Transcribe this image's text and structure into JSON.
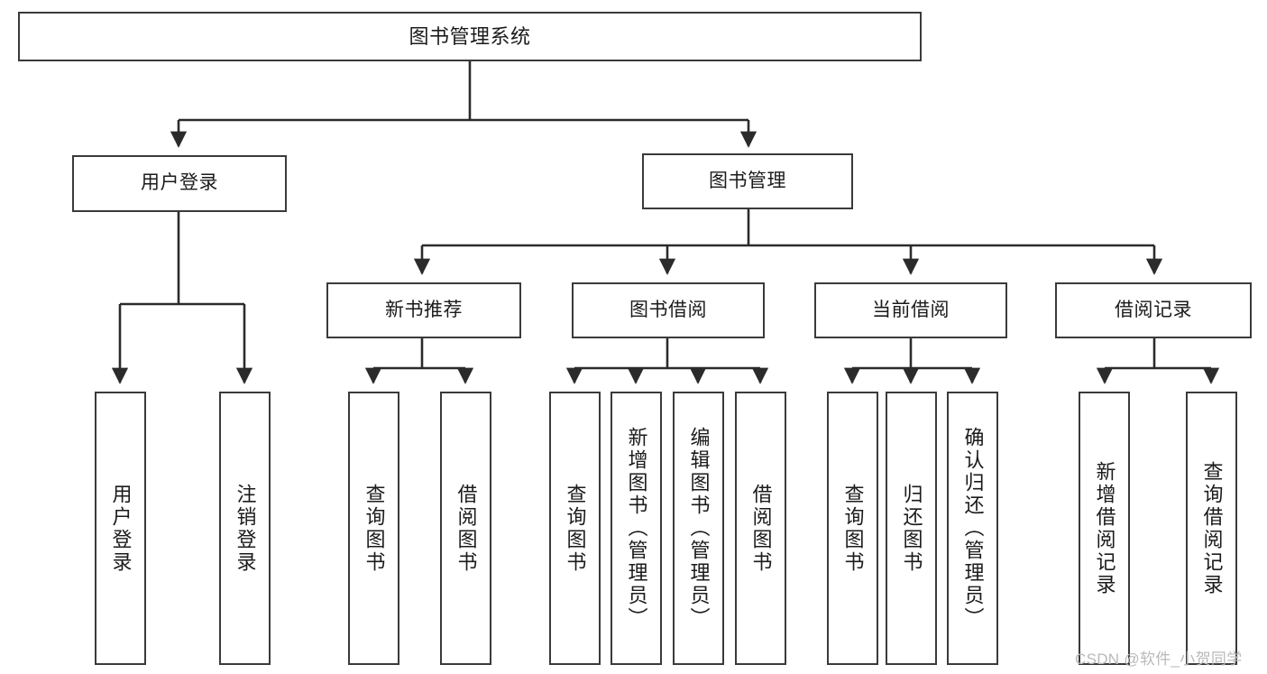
{
  "diagram": {
    "type": "tree-hierarchy-chart",
    "title": "图书管理系统",
    "colors": {
      "background": "#ffffff",
      "node_border": "#3a3a3a",
      "node_fill": "#ffffff",
      "connector": "#2b2b2b",
      "watermark": "#b9b9b9"
    },
    "nodes": {
      "root": {
        "label": "图书管理系统",
        "level": 0,
        "orientation": "horizontal"
      },
      "level1": [
        {
          "id": "user-login",
          "label": "用户登录",
          "orientation": "horizontal"
        },
        {
          "id": "book-management",
          "label": "图书管理",
          "orientation": "horizontal"
        }
      ],
      "level2": [
        {
          "id": "new-book-recommend",
          "label": "新书推荐",
          "orientation": "horizontal",
          "parent": "book-management"
        },
        {
          "id": "book-borrow",
          "label": "图书借阅",
          "orientation": "horizontal",
          "parent": "book-management"
        },
        {
          "id": "current-borrow",
          "label": "当前借阅",
          "orientation": "horizontal",
          "parent": "book-management"
        },
        {
          "id": "borrow-record",
          "label": "借阅记录",
          "orientation": "horizontal",
          "parent": "book-management"
        }
      ],
      "leaves": [
        {
          "id": "leaf-user-login",
          "label": "用户登录",
          "parent": "user-login"
        },
        {
          "id": "leaf-user-logout",
          "label": "注销登录",
          "parent": "user-login"
        },
        {
          "id": "leaf-query-book-1",
          "label": "查询图书",
          "parent": "new-book-recommend"
        },
        {
          "id": "leaf-borrow-book-1",
          "label": "借阅图书",
          "parent": "new-book-recommend"
        },
        {
          "id": "leaf-query-book-2",
          "label": "查询图书",
          "parent": "book-borrow"
        },
        {
          "id": "leaf-add-book",
          "label": "新增图书（管理员）",
          "parent": "book-borrow"
        },
        {
          "id": "leaf-edit-book",
          "label": "编辑图书（管理员）",
          "parent": "book-borrow"
        },
        {
          "id": "leaf-borrow-book-2",
          "label": "借阅图书",
          "parent": "book-borrow"
        },
        {
          "id": "leaf-query-book-3",
          "label": "查询图书",
          "parent": "current-borrow"
        },
        {
          "id": "leaf-return-book",
          "label": "归还图书",
          "parent": "current-borrow"
        },
        {
          "id": "leaf-confirm-return",
          "label": "确认归还（管理员）",
          "parent": "current-borrow"
        },
        {
          "id": "leaf-add-record",
          "label": "新增借阅记录",
          "parent": "borrow-record"
        },
        {
          "id": "leaf-query-record",
          "label": "查询借阅记录",
          "parent": "borrow-record"
        }
      ]
    },
    "watermark": "CSDN @软件_小贺同学"
  }
}
